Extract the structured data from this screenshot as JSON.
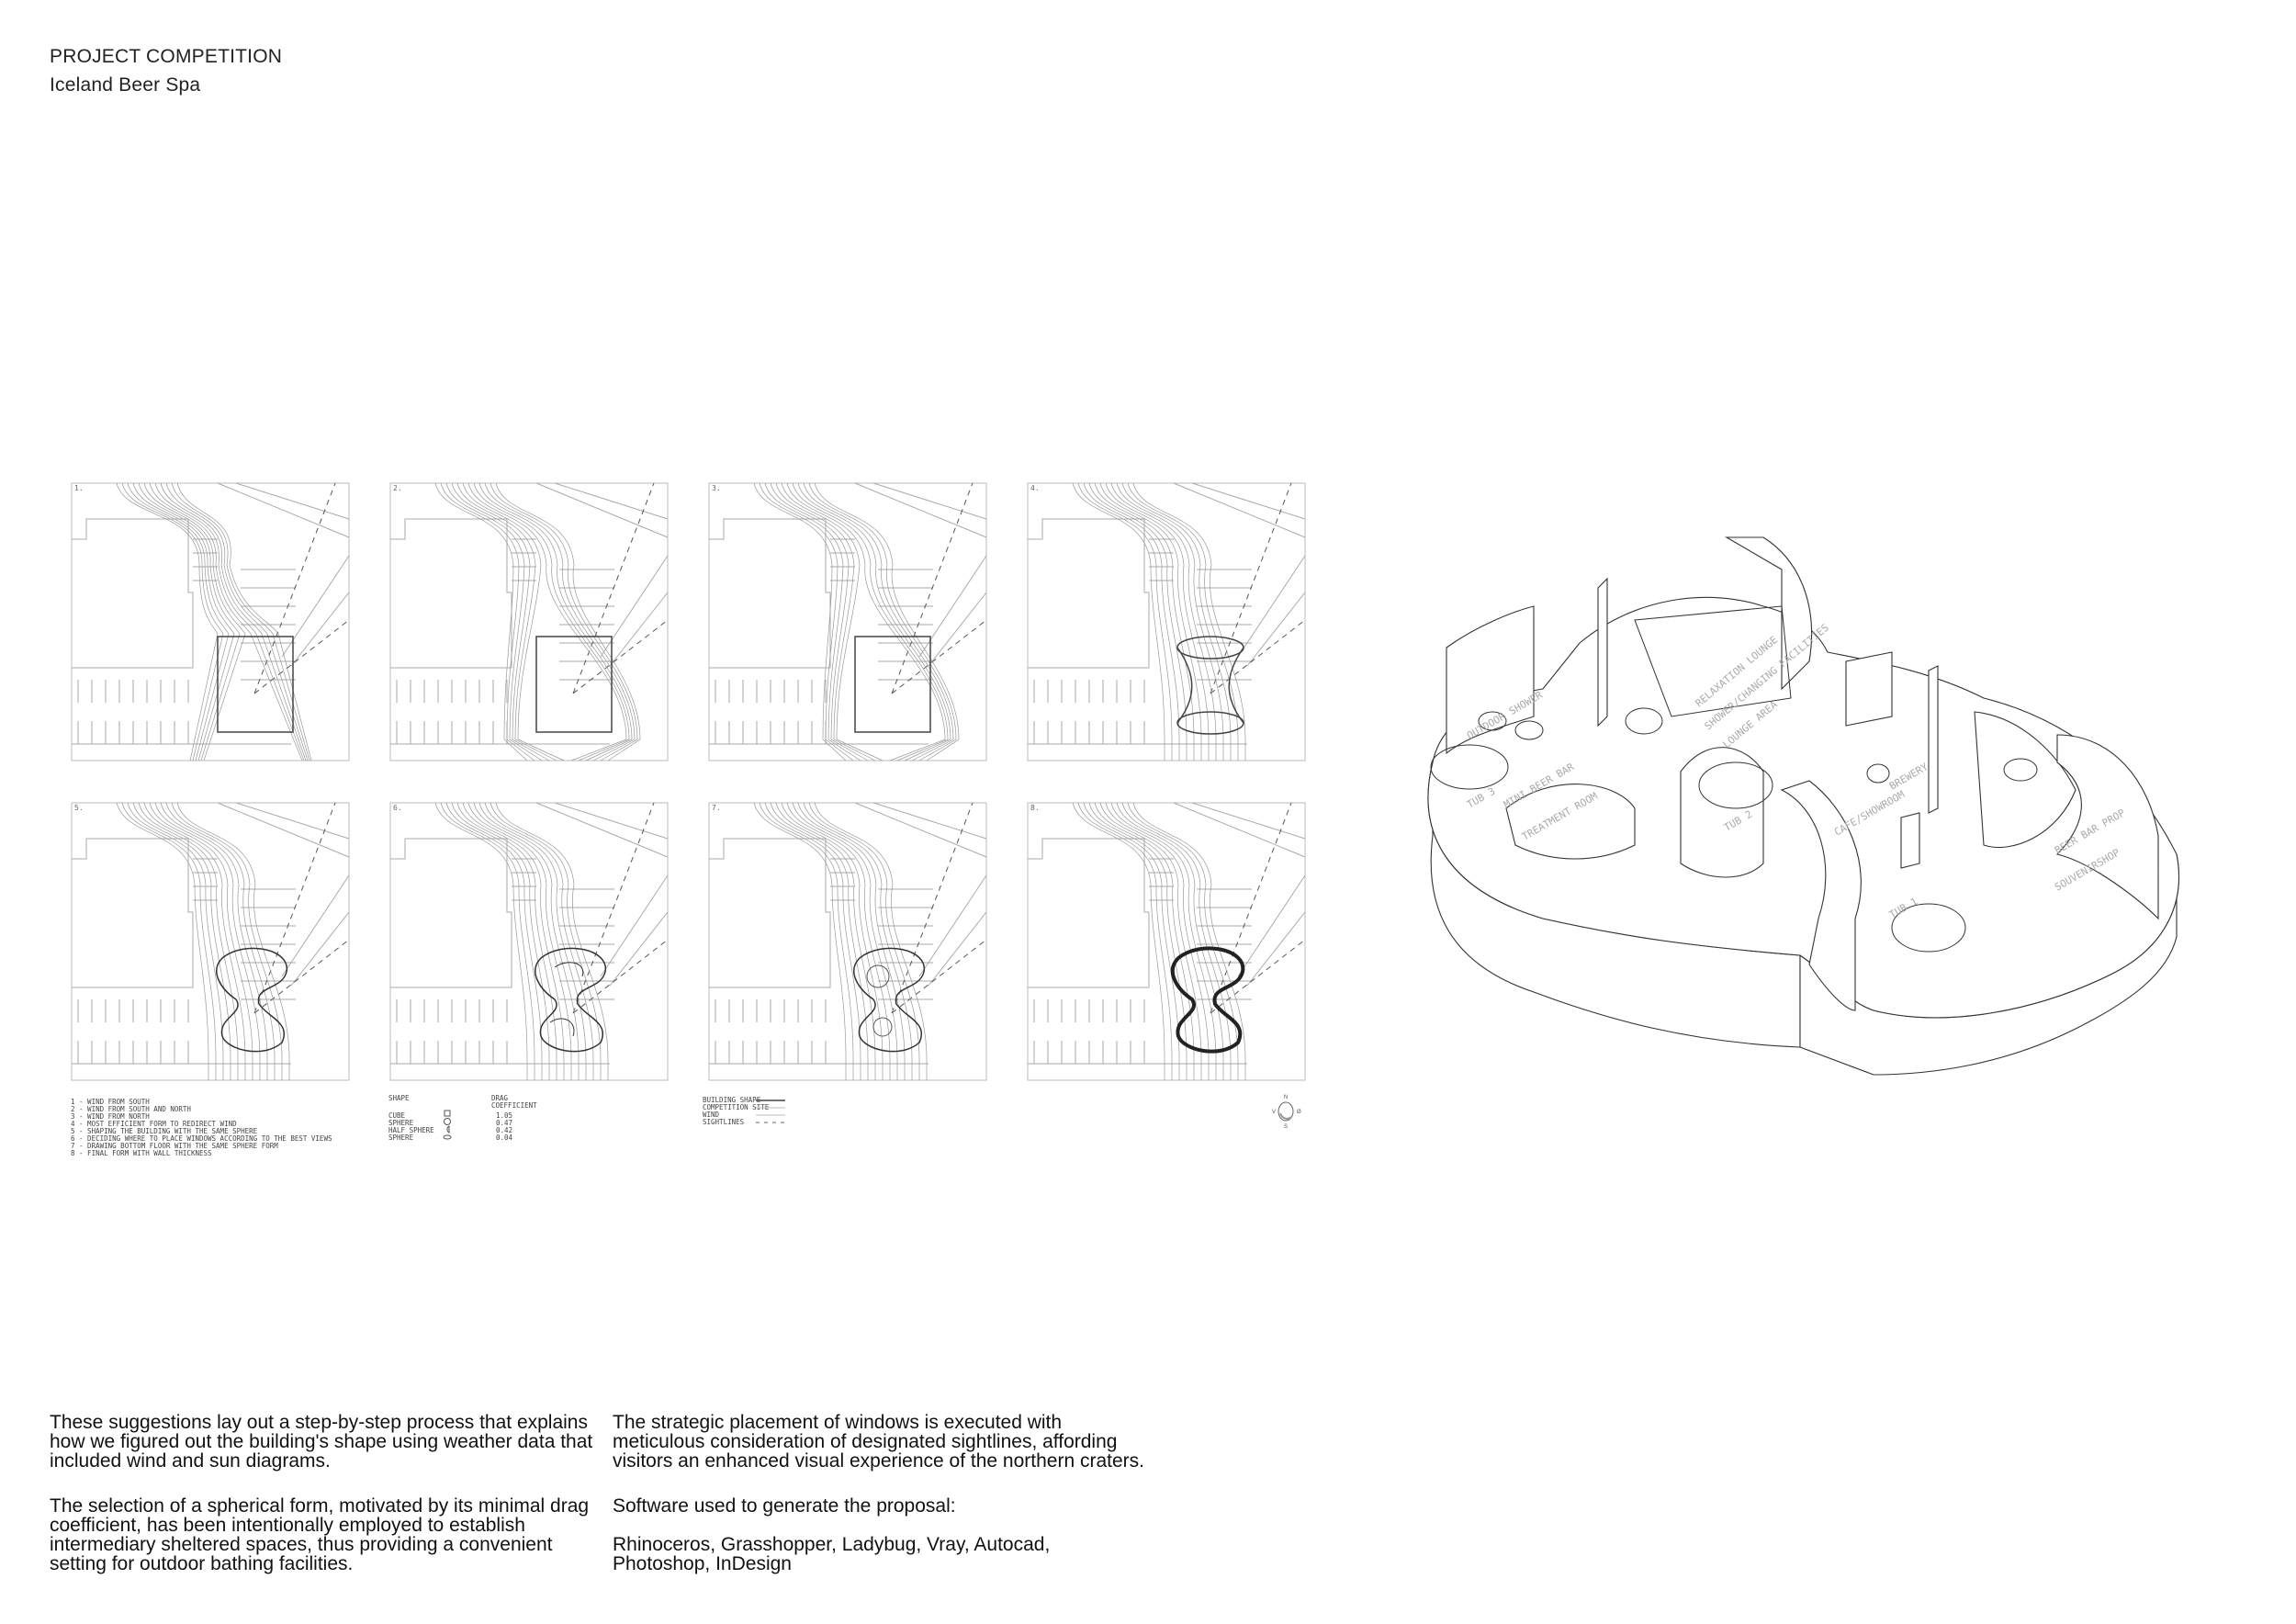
{
  "header": {
    "title": "PROJECT COMPETITION",
    "subtitle": "Iceland Beer Spa"
  },
  "panels": [
    {
      "label": "1.",
      "shape": "cube",
      "wind": "south"
    },
    {
      "label": "2.",
      "shape": "cube",
      "wind": "south-north"
    },
    {
      "label": "3.",
      "shape": "cube",
      "wind": "north"
    },
    {
      "label": "4.",
      "shape": "hourglass",
      "wind": "north"
    },
    {
      "label": "5.",
      "shape": "blob",
      "wind": "north"
    },
    {
      "label": "6.",
      "shape": "blob-windows",
      "wind": "north"
    },
    {
      "label": "7.",
      "shape": "blob-floor",
      "wind": "north"
    },
    {
      "label": "8.",
      "shape": "blob-thick",
      "wind": "north"
    }
  ],
  "legend_steps": [
    "1 - WIND FROM SOUTH",
    "2 - WIND FROM SOUTH AND NORTH",
    "3 - WIND FROM NORTH",
    "4 - MOST EFFICIENT FORM TO REDIRECT WIND",
    "5 - SHAPING THE BUILDING WITH THE SAME SPHERE",
    "6 - DECIDING WHERE TO PLACE WINDOWS ACCORDING TO THE BEST VIEWS",
    "7 - DRAWING BOTTOM FLOOR WITH THE SAME SPHERE FORM",
    "8 - FINAL FORM WITH WALL THICKNESS"
  ],
  "drag_table": {
    "shape_header": "SHAPE",
    "coef_header": "DRAG\nCOEFFICIENT",
    "rows": [
      {
        "shape": "CUBE",
        "value": "1.05"
      },
      {
        "shape": "SPHERE",
        "value": "0.47"
      },
      {
        "shape": "HALF SPHERE",
        "value": "0.42"
      },
      {
        "shape": "SPHERE",
        "value": "0.04"
      }
    ]
  },
  "line_legend": [
    {
      "label": "BUILDING SHAPE",
      "style": "thick"
    },
    {
      "label": "COMPETITION SITE",
      "style": "thin"
    },
    {
      "label": "WIND",
      "style": "thin"
    },
    {
      "label": "SIGHTLINES",
      "style": "dashed"
    }
  ],
  "compass": {
    "n": "N",
    "s": "S",
    "e": "Ø",
    "w": "V"
  },
  "iso_labels": [
    "OUTDOOR SHOWER",
    "TUB 3",
    "MINI BEER BAR",
    "TREATMENT ROOM",
    "RELAXATION LOUNGE",
    "SHOWER/CHANGING FACILITIES",
    "LOUNGE AREA",
    "TUB 2",
    "CAFE/SHOWROOM",
    "BREWERY",
    "TUB 1",
    "BEER BAR PROP",
    "SOUVENIRSHOP"
  ],
  "text": {
    "col1": [
      "These suggestions lay out a step-by-step process that explains how we figured out the building's shape using weather data that included wind and sun diagrams.",
      "The selection of a spherical form, motivated by its minimal drag coefficient, has been intentionally employed to establish intermediary sheltered spaces, thus providing a convenient setting for outdoor bathing facilities."
    ],
    "col2": [
      "The strategic placement of windows is executed with meticulous consideration of designated sightlines, affording visitors an enhanced visual experience of the northern craters.",
      "Software used to generate the proposal:",
      "Rhinoceros, Grasshopper, Ladybug, Vray, Autocad, Photoshop, InDesign"
    ]
  }
}
